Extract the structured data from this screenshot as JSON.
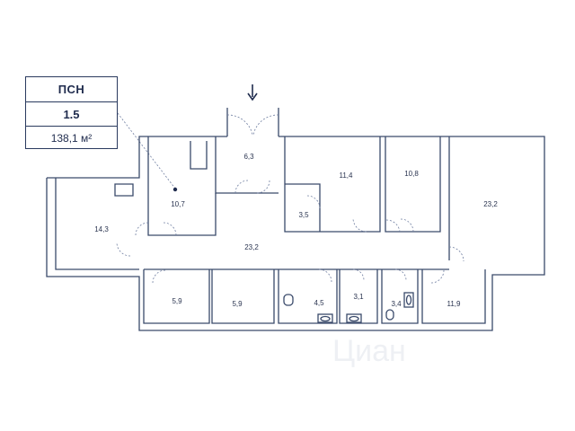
{
  "info_card": {
    "type": "ПСН",
    "number": "1.5",
    "area": "138,1 м²"
  },
  "rooms": [
    {
      "id": "r1",
      "label": "10,7"
    },
    {
      "id": "r2",
      "label": "6,3"
    },
    {
      "id": "r3",
      "label": "11,4"
    },
    {
      "id": "r4",
      "label": "10,8"
    },
    {
      "id": "r5",
      "label": "23,2"
    },
    {
      "id": "r6",
      "label": "14,3"
    },
    {
      "id": "r7",
      "label": "3,5"
    },
    {
      "id": "r8",
      "label": "23,2"
    },
    {
      "id": "r9",
      "label": "5,9"
    },
    {
      "id": "r10",
      "label": "5,9"
    },
    {
      "id": "r11",
      "label": "4,5"
    },
    {
      "id": "r12",
      "label": "3,1"
    },
    {
      "id": "r13",
      "label": "3,4"
    },
    {
      "id": "r14",
      "label": "11,9"
    }
  ],
  "watermark": "Циан",
  "colors": {
    "ink": "#1f2b4d",
    "wall": "#3a4a6b",
    "door": "#6f7ea0"
  },
  "icons": [
    "entrance-arrow-icon",
    "location-dot-icon",
    "toilet-icon",
    "sink-icon"
  ]
}
